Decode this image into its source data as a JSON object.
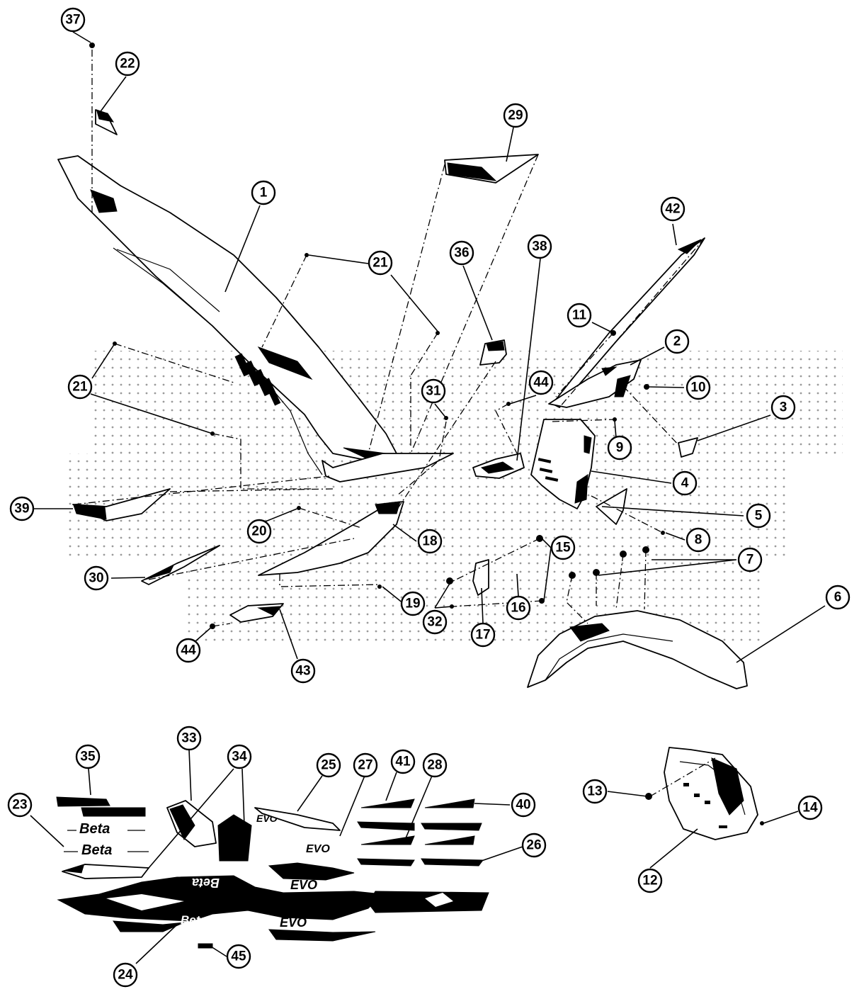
{
  "colors": {
    "ink": "#000000",
    "paper": "#ffffff",
    "halftone": "#9a9a9a"
  },
  "callouts": [
    {
      "id": "37",
      "label": "37"
    },
    {
      "id": "22",
      "label": "22"
    },
    {
      "id": "29",
      "label": "29"
    },
    {
      "id": "1",
      "label": "1"
    },
    {
      "id": "42",
      "label": "42"
    },
    {
      "id": "36",
      "label": "36"
    },
    {
      "id": "38",
      "label": "38"
    },
    {
      "id": "21a",
      "label": "21"
    },
    {
      "id": "11",
      "label": "11"
    },
    {
      "id": "2",
      "label": "2"
    },
    {
      "id": "10",
      "label": "10"
    },
    {
      "id": "21b",
      "label": "21"
    },
    {
      "id": "31",
      "label": "31"
    },
    {
      "id": "44a",
      "label": "44"
    },
    {
      "id": "3",
      "label": "3"
    },
    {
      "id": "9",
      "label": "9"
    },
    {
      "id": "4",
      "label": "4"
    },
    {
      "id": "39",
      "label": "39"
    },
    {
      "id": "20",
      "label": "20"
    },
    {
      "id": "5",
      "label": "5"
    },
    {
      "id": "18",
      "label": "18"
    },
    {
      "id": "8",
      "label": "8"
    },
    {
      "id": "15",
      "label": "15"
    },
    {
      "id": "7",
      "label": "7"
    },
    {
      "id": "30",
      "label": "30"
    },
    {
      "id": "6",
      "label": "6"
    },
    {
      "id": "19",
      "label": "19"
    },
    {
      "id": "16",
      "label": "16"
    },
    {
      "id": "32",
      "label": "32"
    },
    {
      "id": "17",
      "label": "17"
    },
    {
      "id": "44b",
      "label": "44"
    },
    {
      "id": "43",
      "label": "43"
    },
    {
      "id": "33",
      "label": "33"
    },
    {
      "id": "35",
      "label": "35"
    },
    {
      "id": "34",
      "label": "34"
    },
    {
      "id": "25",
      "label": "25"
    },
    {
      "id": "27",
      "label": "27"
    },
    {
      "id": "41",
      "label": "41"
    },
    {
      "id": "28",
      "label": "28"
    },
    {
      "id": "40",
      "label": "40"
    },
    {
      "id": "23",
      "label": "23"
    },
    {
      "id": "13",
      "label": "13"
    },
    {
      "id": "14",
      "label": "14"
    },
    {
      "id": "26",
      "label": "26"
    },
    {
      "id": "12",
      "label": "12"
    },
    {
      "id": "24",
      "label": "24"
    },
    {
      "id": "45",
      "label": "45"
    }
  ],
  "decal_text": {
    "beta": "Beta",
    "evo": "EVO"
  }
}
